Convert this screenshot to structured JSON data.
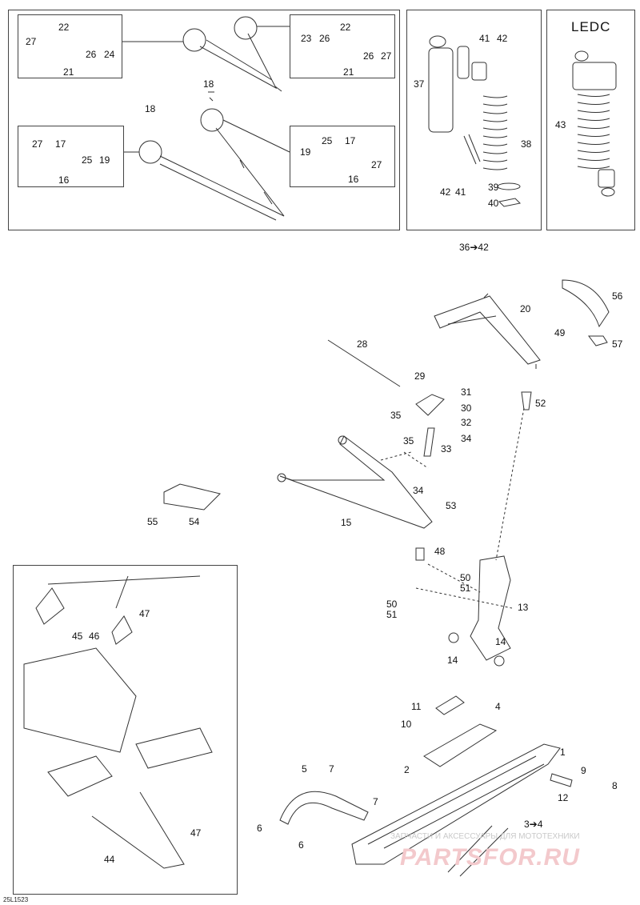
{
  "diagram": {
    "panels": {
      "ledc_title": "LEDC",
      "shock_range": "36➔42",
      "figure_code": "25L1523"
    },
    "callouts": {
      "c27a": "27",
      "c22a": "22",
      "c26a": "26",
      "c24a": "24",
      "c21a": "21",
      "c23b": "23",
      "c26b": "26",
      "c22b": "22",
      "c26c": "26",
      "c27b": "27",
      "c21b": "21",
      "c18a": "18",
      "c18b": "18",
      "c27c": "27",
      "c17a": "17",
      "c25a": "25",
      "c19a": "19",
      "c16a": "16",
      "c19b": "19",
      "c25b": "25",
      "c17b": "17",
      "c16b": "16",
      "c27d": "27",
      "c41a": "41",
      "c42a": "42",
      "c37": "37",
      "c38": "38",
      "c42b": "42",
      "c41b": "41",
      "c39": "39",
      "c40": "40",
      "c43": "43",
      "c56": "56",
      "c20": "20",
      "c49": "49",
      "c57": "57",
      "c28": "28",
      "c29": "29",
      "c31": "31",
      "c52": "52",
      "c30": "30",
      "c35a": "35",
      "c32": "32",
      "c35b": "35",
      "c34a": "34",
      "c33": "33",
      "c34b": "34",
      "c53": "53",
      "c55": "55",
      "c54": "54",
      "c15": "15",
      "c48": "48",
      "c50a": "50",
      "c51a": "51",
      "c13": "13",
      "c50b": "50",
      "c51b": "51",
      "c14a": "14",
      "c14b": "14",
      "c47a": "47",
      "c45": "45",
      "c46": "46",
      "c47b": "47",
      "c44": "44",
      "c11": "11",
      "c4": "4",
      "c10": "10",
      "c1": "1",
      "c2": "2",
      "c5": "5",
      "c7a": "7",
      "c9": "9",
      "c8": "8",
      "c12": "12",
      "c7b": "7",
      "c6a": "6",
      "c6b": "6",
      "c3to4": "3➔4"
    },
    "watermark": {
      "caption": "ЗАПЧАСТИ И АКСЕССУАРЫ ДЛЯ МОТОТЕХНИКИ",
      "brand": "PARTSFOR.RU"
    },
    "colors": {
      "line": "#333333",
      "brand_wm": "#f3c9cc"
    }
  }
}
